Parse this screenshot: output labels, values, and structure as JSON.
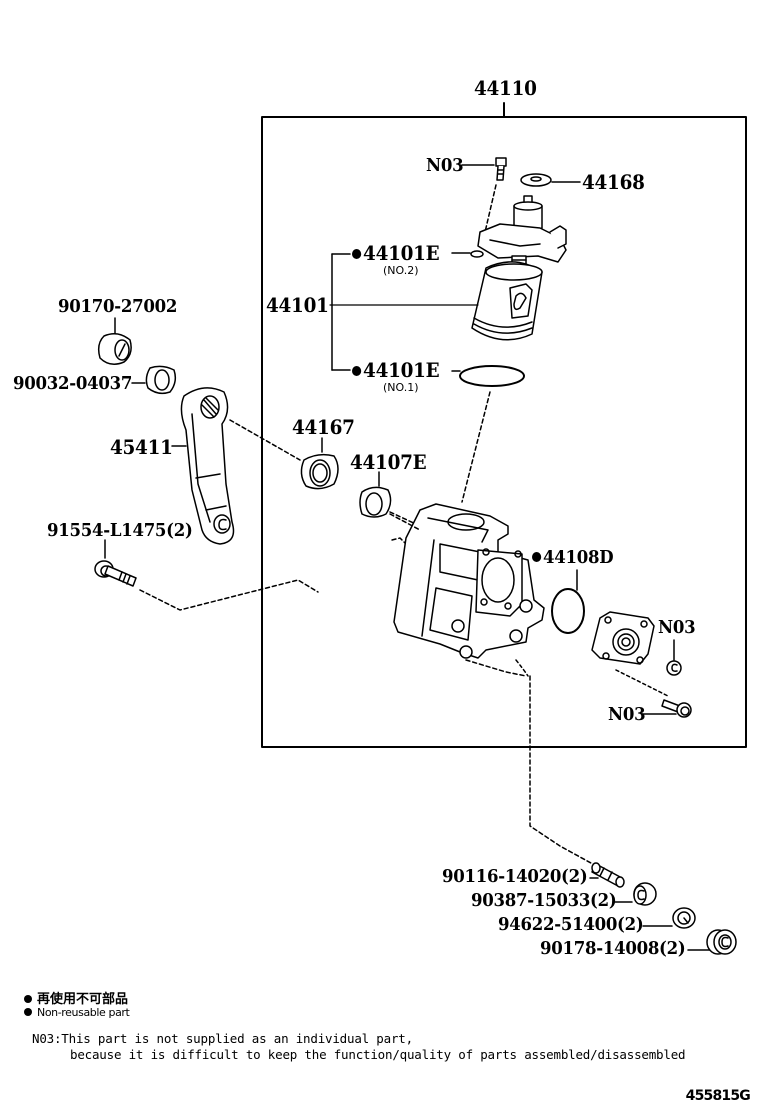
{
  "diagram": {
    "title": "Steering gear housing / rotary valve exploded parts diagram",
    "assembly_label": "44110",
    "labels": {
      "n03_top": "N03",
      "p44168": "44168",
      "p44101": "44101",
      "p44101e_no2": "44101E",
      "p44101e_no2_sub": "(NO.2)",
      "p44101e_no1": "44101E",
      "p44101e_no1_sub": "(NO.1)",
      "p90170": "90170-27002",
      "p90032": "90032-04037",
      "p45411": "45411",
      "p44167": "44167",
      "p44107e": "44107E",
      "p91554": "91554-L1475(2)",
      "p44108d": "44108D",
      "n03_right": "N03",
      "n03_bottom": "N03",
      "p90116": "90116-14020(2)",
      "p90387": "90387-15033(2)",
      "p94622": "94622-51400(2)",
      "p90178": "90178-14008(2)"
    },
    "non_reusable_parts": [
      "44101E (NO.2)",
      "44101E (NO.1)",
      "44108D"
    ]
  },
  "legend": {
    "japanese": "再使用不可部品",
    "english": "Non-reusable part"
  },
  "note": {
    "line1": "N03:This part is not supplied as an individual part,",
    "line2": "because it is difficult to keep the function/quality of parts assembled/disassembled"
  },
  "illustration_code": "455815G"
}
